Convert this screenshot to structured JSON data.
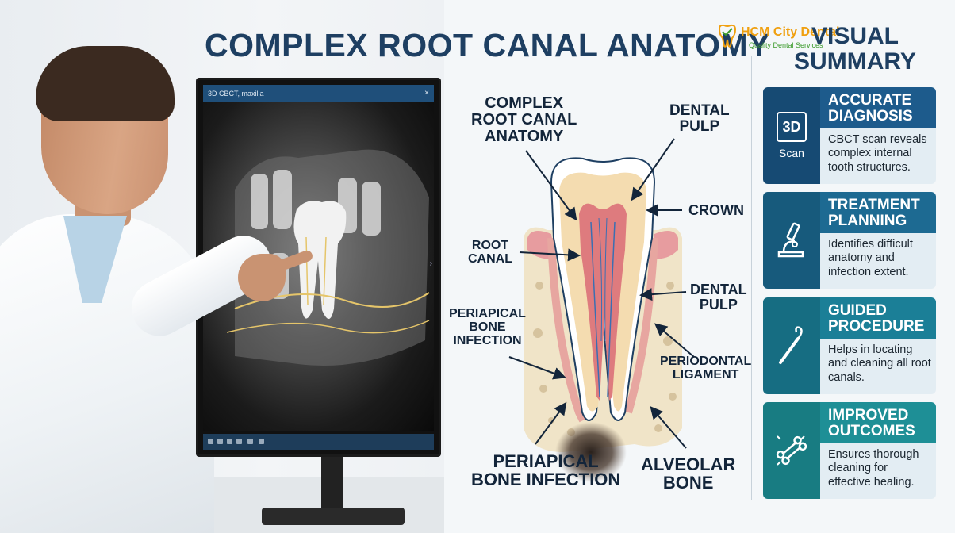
{
  "title": "COMPLEX ROOT CANAL ANATOMY",
  "logo": {
    "name": "HCM City Dental",
    "tagline": "Quality Dental Services"
  },
  "monitor": {
    "window_title": "3D CBCT, maxilla",
    "close_glyph": "×"
  },
  "diagram": {
    "labels": {
      "complex_anatomy": "COMPLEX\nROOT CANAL\nANATOMY",
      "dental_pulp_top": "DENTAL\nPULP",
      "crown": "CROWN",
      "root_canal": "ROOT\nCANAL",
      "dental_pulp_mid": "DENTAL\nPULP",
      "periapical_small": "PERIAPICAL\nBONE\nINFECTION",
      "periodontal": "PERIODONTAL\nLIGAMENT",
      "periapical_large": "PERIAPICAL\nBONE INFECTION",
      "alveolar": "ALVEOLAR\nBONE"
    }
  },
  "summary": {
    "title": "VISUAL\nSUMMARY",
    "cards": [
      {
        "heading": "ACCURATE\nDIAGNOSIS",
        "body": "CBCT scan reveals complex internal tooth structures.",
        "icon_text": "3D",
        "icon_sub": "Scan",
        "color": "#1d5b8c",
        "icon_color": "#164a73"
      },
      {
        "heading": "TREATMENT\nPLANNING",
        "body": "Identifies difficult anatomy and infection extent.",
        "icon_name": "microscope-icon",
        "color": "#1d6a92",
        "icon_color": "#175a7c"
      },
      {
        "heading": "GUIDED\nPROCEDURE",
        "body": "Helps in locating and cleaning all root canals.",
        "icon_name": "dental-probe-icon",
        "color": "#1b7f97",
        "icon_color": "#166d82"
      },
      {
        "heading": "IMPROVED\nOUTCOMES",
        "body": "Ensures thorough cleaning for effective healing.",
        "icon_name": "bone-icon",
        "color": "#1e8f96",
        "icon_color": "#187c82"
      }
    ]
  }
}
